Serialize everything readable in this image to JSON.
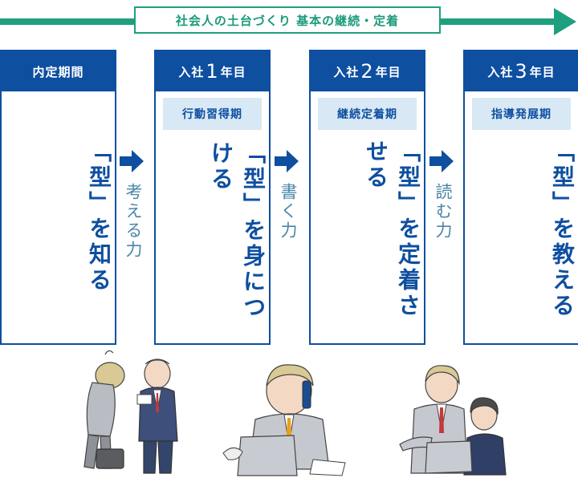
{
  "banner": {
    "label": "社会人の土台づくり 基本の継続・定着"
  },
  "stages": [
    {
      "head_pre": "内定期間",
      "head_num": "",
      "head_post": "",
      "phase": "",
      "body": "「型」を知る"
    },
    {
      "head_pre": "入社",
      "head_num": "1",
      "head_post": "年目",
      "phase": "行動習得期",
      "body": "「型」を身につける"
    },
    {
      "head_pre": "入社",
      "head_num": "2",
      "head_post": "年目",
      "phase": "継続定着期",
      "body": "「型」を定着させる"
    },
    {
      "head_pre": "入社",
      "head_num": "3",
      "head_post": "年目",
      "phase": "指導発展期",
      "body": "「型」を教える"
    }
  ],
  "skills": [
    "考える力",
    "書く力",
    "読む力"
  ],
  "colors": {
    "navy": "#0e4fa0",
    "green": "#1ea07e",
    "light_blue": "#d8e9f5",
    "skill_text": "#4a87a8"
  }
}
